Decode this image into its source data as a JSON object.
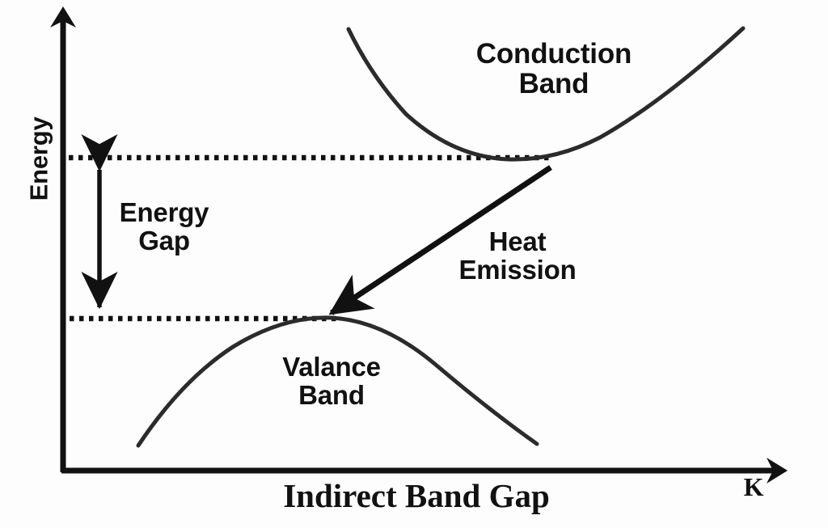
{
  "figure": {
    "title": "Indirect Band Gap",
    "type": "band-structure-diagram",
    "background_color": "#fdfdfd",
    "stroke_color": "#1a1a1a"
  },
  "axes": {
    "y_label": "Energy",
    "x_label": "K",
    "caption": "Indirect Band Gap"
  },
  "bands": {
    "conduction": {
      "label": "Conduction\nBand",
      "shape": "upward parabola",
      "minimum_k": 0.68,
      "minimum_energy": 0.78
    },
    "valence": {
      "label": "Valance\nBand",
      "shape": "downward parabola",
      "maximum_k": 0.37,
      "maximum_energy": 0.38
    }
  },
  "annotations": {
    "energy_gap": {
      "label": "Energy\nGap",
      "arrow": "double-headed-vertical"
    },
    "heat_emission": {
      "label": "Heat\nEmission",
      "arrow": "single-headed-diagonal",
      "from": "conduction band minimum",
      "to": "valence band maximum"
    }
  },
  "guides": {
    "upper_dotted_line": "conduction band minimum level",
    "lower_dotted_line": "valence band maximum level"
  },
  "chart_data": {
    "type": "line",
    "title": "Indirect Band Gap",
    "xlabel": "K",
    "ylabel": "Energy",
    "xlim": [
      0,
      1
    ],
    "ylim": [
      0,
      1
    ],
    "grid": false,
    "legend": "none",
    "series": [
      {
        "name": "Conduction Band",
        "x": [
          0.395,
          0.46,
          0.52,
          0.58,
          0.63,
          0.68,
          0.73,
          0.79,
          0.85,
          0.905
        ],
        "y": [
          1.0,
          0.95,
          0.9,
          0.85,
          0.81,
          0.78,
          0.8,
          0.86,
          0.93,
          1.0
        ]
      },
      {
        "name": "Valance Band",
        "x": [
          0.105,
          0.17,
          0.24,
          0.31,
          0.37,
          0.43,
          0.5,
          0.56,
          0.62,
          0.66
        ],
        "y": [
          0.06,
          0.19,
          0.29,
          0.36,
          0.38,
          0.37,
          0.31,
          0.23,
          0.13,
          0.06
        ]
      }
    ],
    "annotations": [
      {
        "text": "Conduction Band",
        "x": 0.68,
        "y": 0.92
      },
      {
        "text": "Valance Band",
        "x": 0.37,
        "y": 0.26
      },
      {
        "text": "Energy Gap",
        "x": 0.14,
        "y": 0.57
      },
      {
        "text": "Heat Emission",
        "x": 0.63,
        "y": 0.46
      }
    ]
  }
}
